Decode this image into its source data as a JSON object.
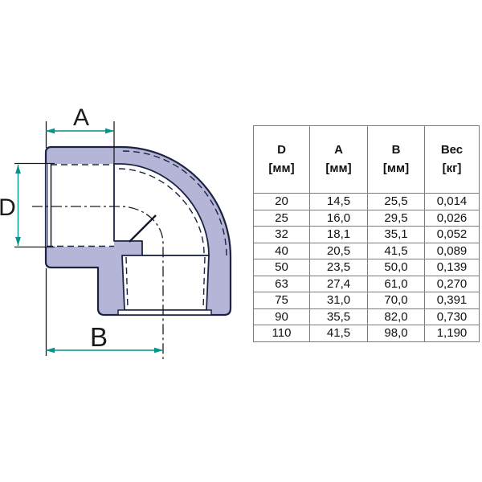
{
  "diagram": {
    "labels": {
      "a": "A",
      "b": "B",
      "d": "D"
    },
    "colors": {
      "body_fill": "#b5b6d7",
      "outline": "#1d2342",
      "dimension_teal": "#00948b"
    }
  },
  "table": {
    "border_color": "#7b7b7b",
    "columns": [
      {
        "label": "D",
        "unit": "[мм]"
      },
      {
        "label": "A",
        "unit": "[мм]"
      },
      {
        "label": "B",
        "unit": "[мм]"
      },
      {
        "label": "Вес",
        "unit": "[кг]"
      }
    ],
    "rows": [
      [
        "20",
        "14,5",
        "25,5",
        "0,014"
      ],
      [
        "25",
        "16,0",
        "29,5",
        "0,026"
      ],
      [
        "32",
        "18,1",
        "35,1",
        "0,052"
      ],
      [
        "40",
        "20,5",
        "41,5",
        "0,089"
      ],
      [
        "50",
        "23,5",
        "50,0",
        "0,139"
      ],
      [
        "63",
        "27,4",
        "61,0",
        "0,270"
      ],
      [
        "75",
        "31,0",
        "70,0",
        "0,391"
      ],
      [
        "90",
        "35,5",
        "82,0",
        "0,730"
      ],
      [
        "110",
        "41,5",
        "98,0",
        "1,190"
      ]
    ]
  }
}
